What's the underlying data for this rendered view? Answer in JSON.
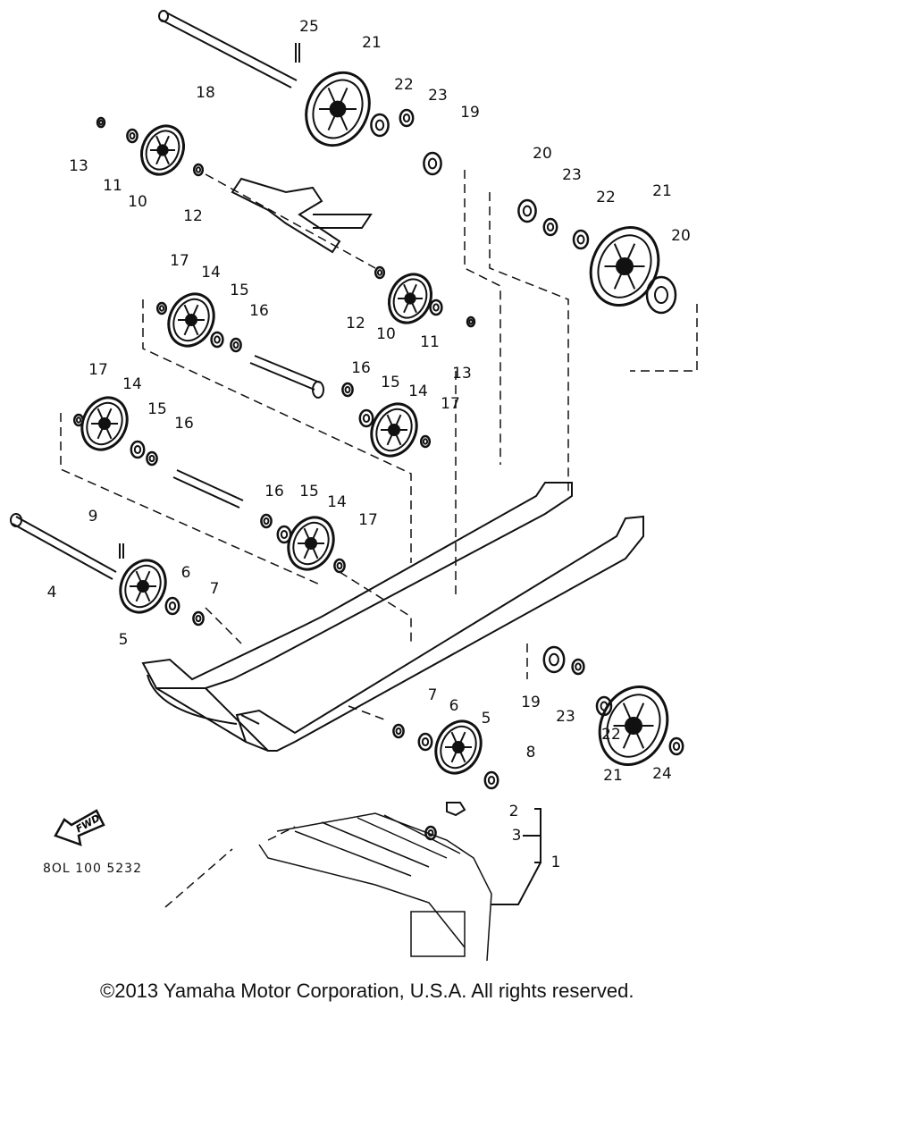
{
  "diagram_code": "8OL 100 5232",
  "fwd_label": "FWD",
  "copyright": "©2013 Yamaha Motor Corporation, U.S.A. All rights reserved.",
  "callouts": [
    "25",
    "21",
    "18",
    "22",
    "23",
    "19",
    "13",
    "11",
    "10",
    "12",
    "20",
    "23",
    "22",
    "21",
    "20",
    "17",
    "14",
    "15",
    "16",
    "12",
    "10",
    "11",
    "13",
    "17",
    "14",
    "15",
    "16",
    "16",
    "15",
    "14",
    "17",
    "16",
    "15",
    "14",
    "17",
    "9",
    "4",
    "6",
    "7",
    "5",
    "7",
    "6",
    "5",
    "8",
    "19",
    "23",
    "22",
    "21",
    "24",
    "2",
    "3",
    "1"
  ]
}
